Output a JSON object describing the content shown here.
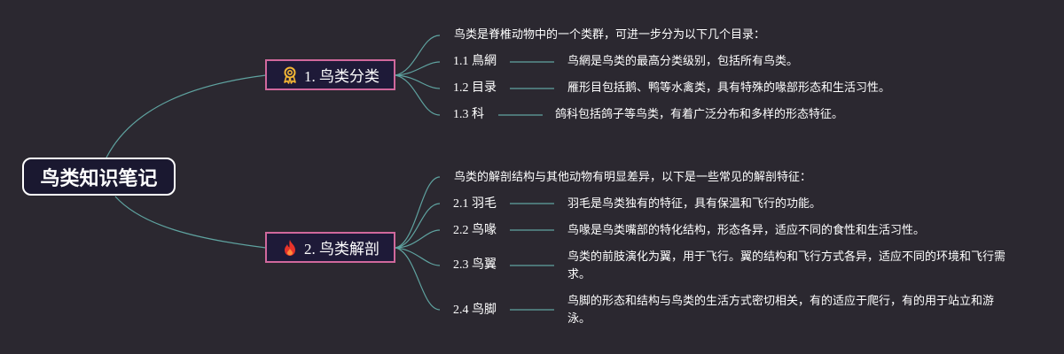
{
  "root": {
    "title": "鸟类知识笔记"
  },
  "branches": [
    {
      "title": "1. 鸟类分类",
      "icon": "award-ribbon-icon",
      "icon_color": "#f2b535",
      "intro": "鸟类是脊椎动物中的一个类群，可进一步分为以下几个目录：",
      "items": [
        {
          "label": "1.1 鳥網",
          "detail": "鸟網是鸟类的最高分类级别，包括所有鸟类。"
        },
        {
          "label": "1.2 目录",
          "detail": "雁形目包括鹅、鸭等水禽类，具有特殊的喙部形态和生活习性。"
        },
        {
          "label": "1.3 科",
          "detail": "鸽科包括鸽子等鸟类，有着广泛分布和多样的形态特征。"
        }
      ]
    },
    {
      "title": "2. 鸟类解剖",
      "icon": "fire-icon",
      "icon_color": "#e8332a",
      "intro": "鸟类的解剖结构与其他动物有明显差异，以下是一些常见的解剖特征：",
      "items": [
        {
          "label": "2.1 羽毛",
          "detail": "羽毛是鸟类独有的特征，具有保温和飞行的功能。"
        },
        {
          "label": "2.2 鸟喙",
          "detail": "鸟喙是鸟类嘴部的特化结构，形态各异，适应不同的食性和生活习性。"
        },
        {
          "label": "2.3 鸟翼",
          "detail": "鸟类的前肢演化为翼，用于飞行。翼的结构和飞行方式各异，适应不同的环境和飞行需求。"
        },
        {
          "label": "2.4 鸟脚",
          "detail": "鸟脚的形态和结构与鸟类的生活方式密切相关，有的适应于爬行，有的用于站立和游泳。"
        }
      ]
    }
  ],
  "colors": {
    "connector": "#5fa3a0",
    "branch_border": "#d0689c"
  }
}
